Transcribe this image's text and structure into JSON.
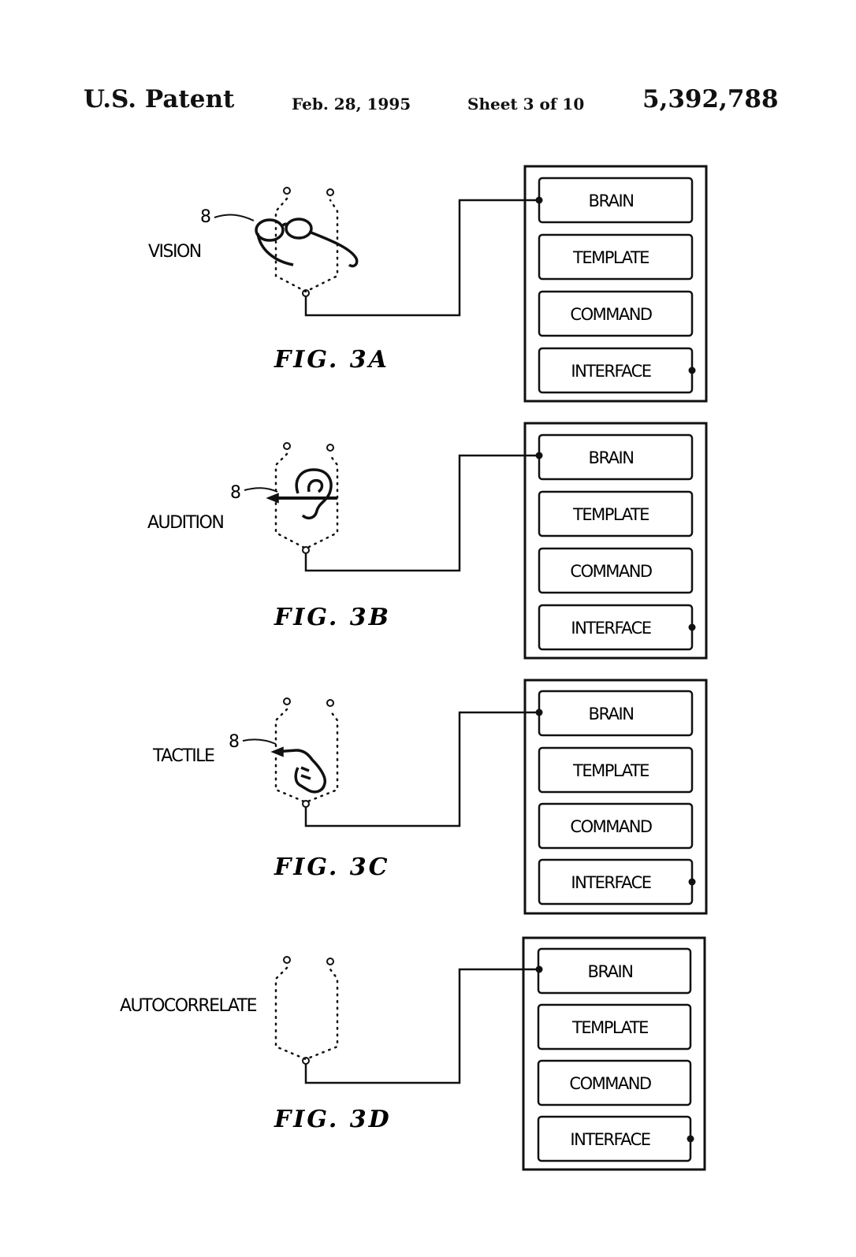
{
  "header": {
    "left": "U.S. Patent",
    "date": "Feb. 28, 1995",
    "sheet": "Sheet 3 of 10",
    "number": "5,392,788"
  },
  "figures": [
    {
      "id": "3a",
      "sense_label": "VISION",
      "ref": "8",
      "caption": "FIG. 3A",
      "icon": "eyeglasses-icon",
      "boxes": [
        "BRAIN",
        "TEMPLATE",
        "COMMAND",
        "INTERFACE"
      ]
    },
    {
      "id": "3b",
      "sense_label": "AUDITION",
      "ref": "8",
      "caption": "FIG. 3B",
      "icon": "ear-icon",
      "boxes": [
        "BRAIN",
        "TEMPLATE",
        "COMMAND",
        "INTERFACE"
      ]
    },
    {
      "id": "3c",
      "sense_label": "TACTILE",
      "ref": "8",
      "caption": "FIG. 3C",
      "icon": "finger-icon",
      "boxes": [
        "BRAIN",
        "TEMPLATE",
        "COMMAND",
        "INTERFACE"
      ]
    },
    {
      "id": "3d",
      "sense_label": "AUTOCORRELATE",
      "ref": "",
      "caption": "FIG. 3D",
      "icon": "",
      "boxes": [
        "BRAIN",
        "TEMPLATE",
        "COMMAND",
        "INTERFACE"
      ]
    }
  ]
}
